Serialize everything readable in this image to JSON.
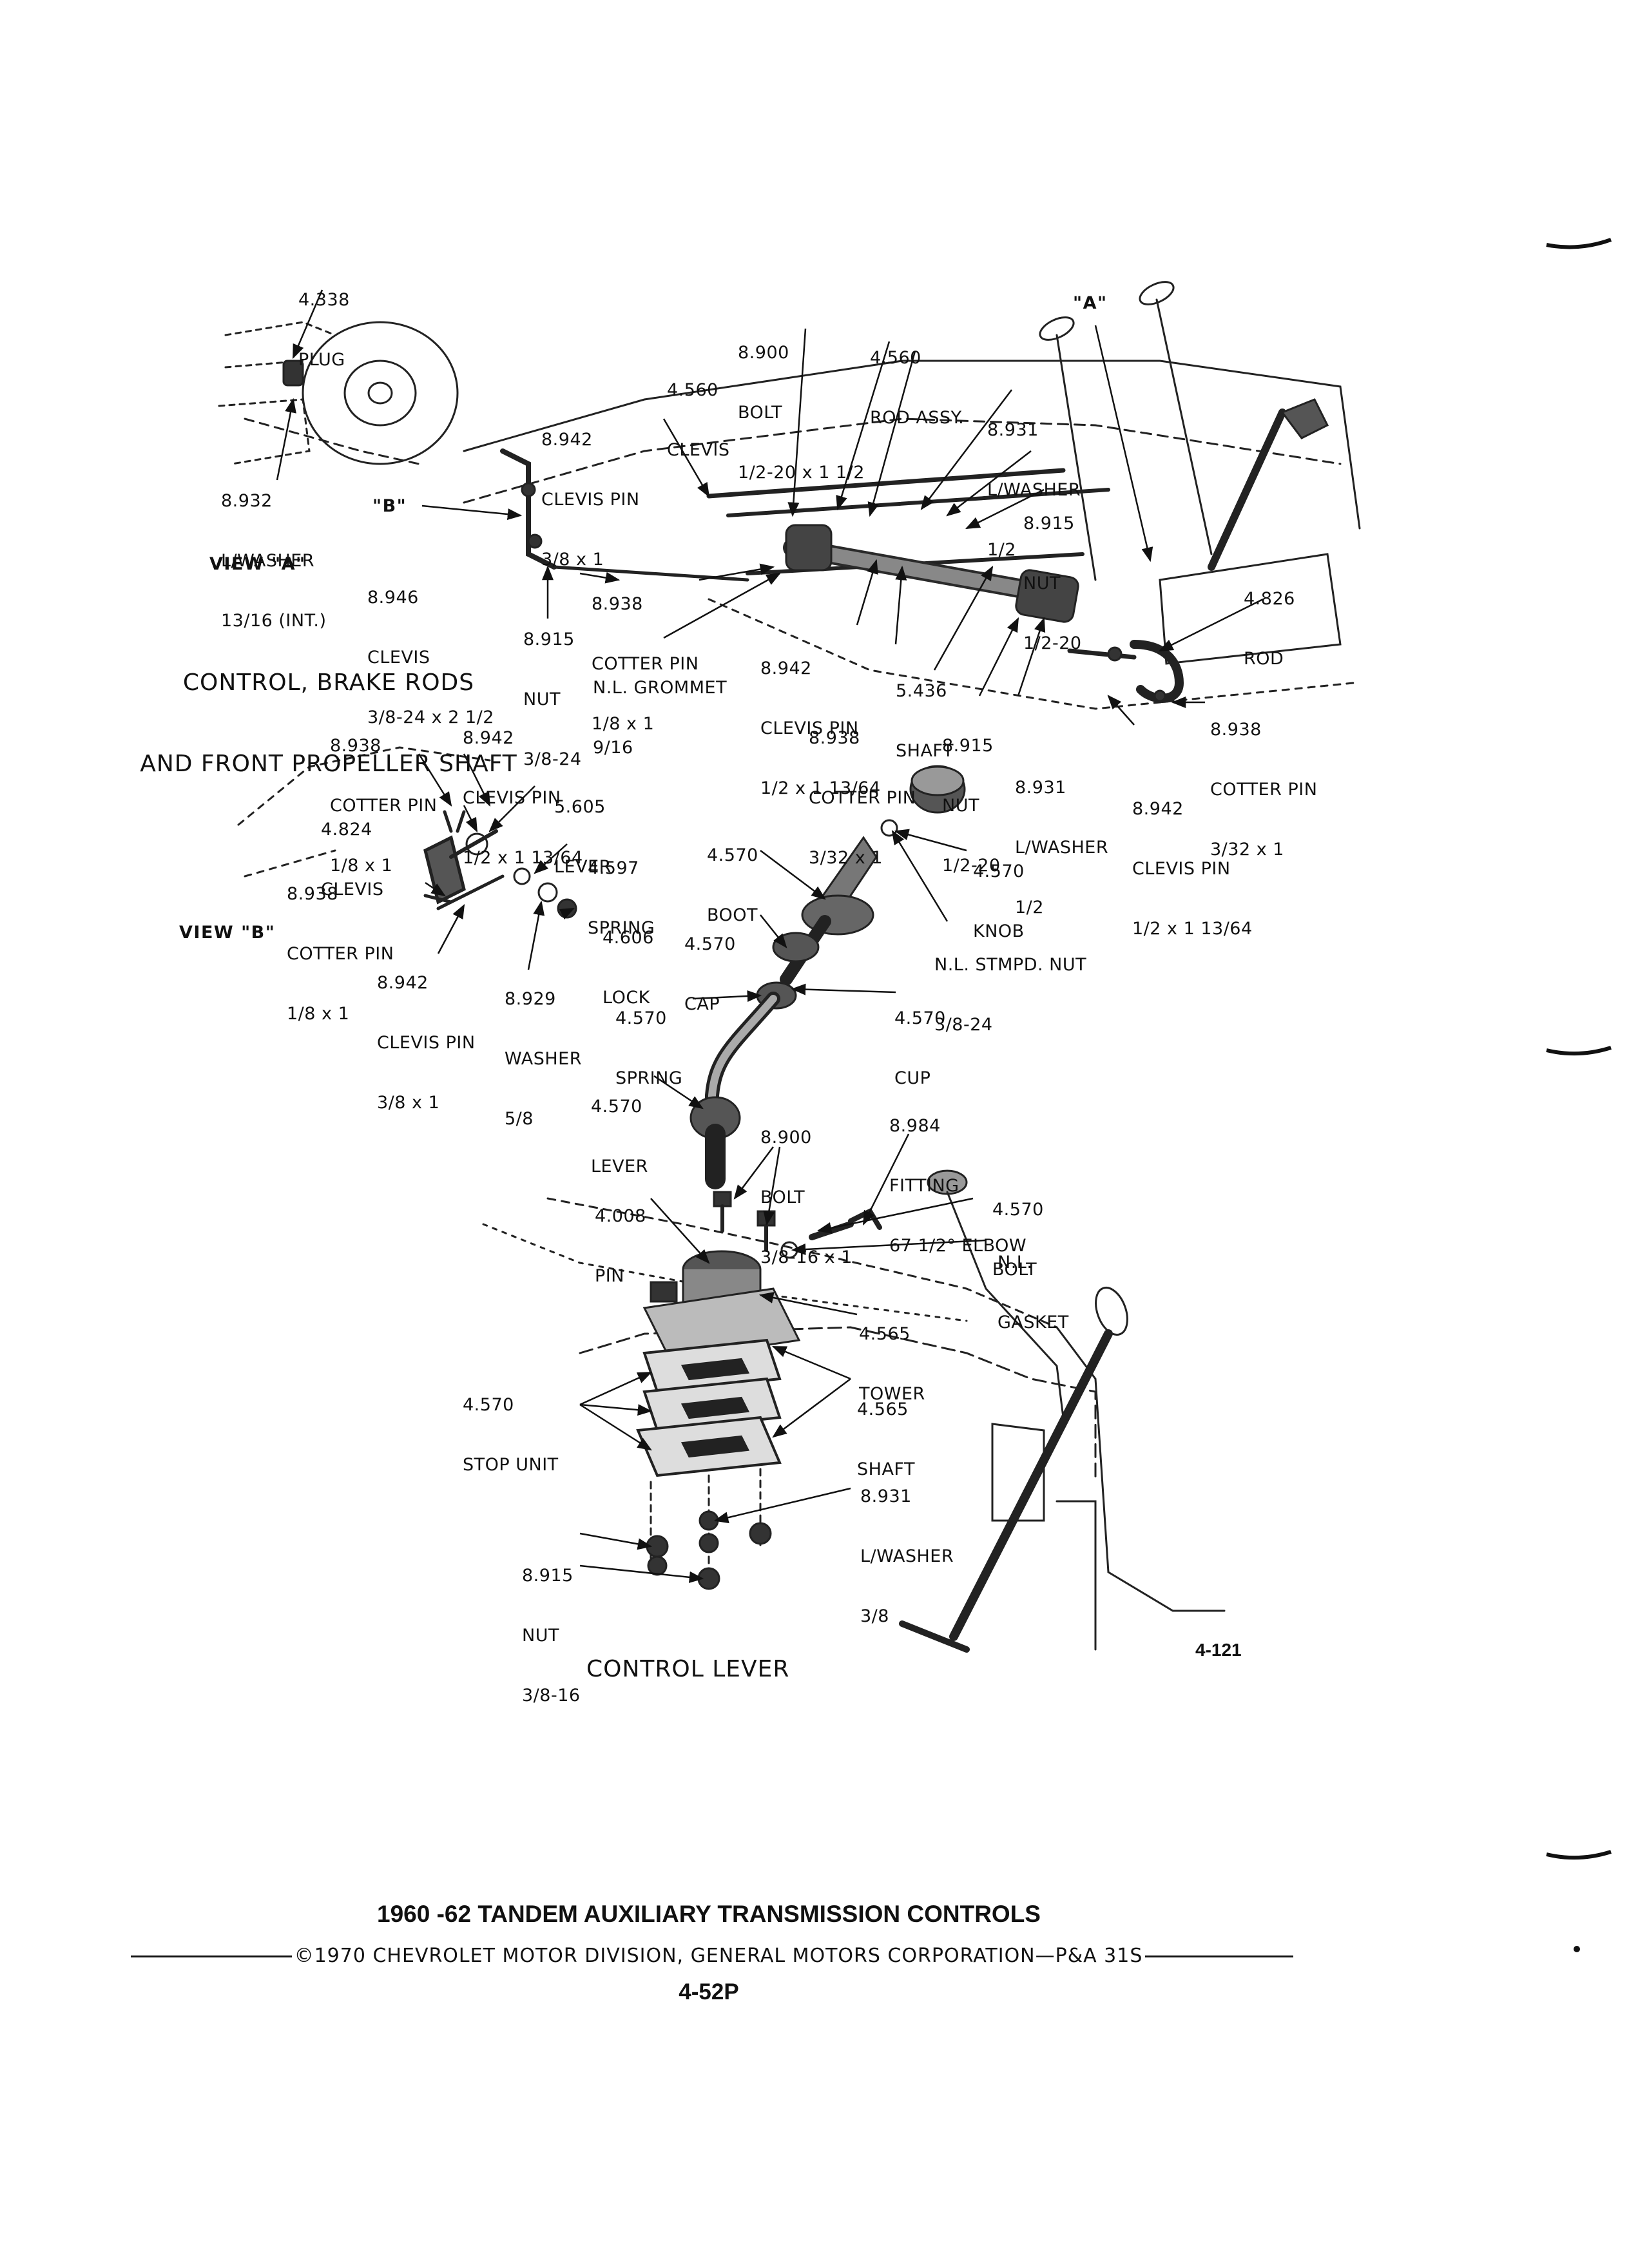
{
  "diagram": {
    "callouts": [
      {
        "id": "plug",
        "lines": [
          "4.338",
          "PLUG"
        ]
      },
      {
        "id": "lwasher-int",
        "lines": [
          "8.932",
          "L/WASHER",
          "13/16 (INT.)"
        ]
      },
      {
        "id": "bolt-top",
        "lines": [
          "8.900",
          "BOLT",
          "1/2-20 x 1 1/2"
        ]
      },
      {
        "id": "rod-assy",
        "lines": [
          "4.560",
          "ROD ASSY."
        ]
      },
      {
        "id": "clevis-top",
        "lines": [
          "4.560",
          "CLEVIS"
        ]
      },
      {
        "id": "clevis-pin-38",
        "lines": [
          "8.942",
          "CLEVIS PIN",
          "3/8 x 1"
        ]
      },
      {
        "id": "lwasher-12",
        "lines": [
          "8.931",
          "L/WASHER",
          "1/2"
        ]
      },
      {
        "id": "nut-12-20",
        "lines": [
          "8.915",
          "NUT",
          "1/2-20"
        ]
      },
      {
        "id": "clevis-38-24",
        "lines": [
          "8.946",
          "CLEVIS",
          "3/8-24 x 2 1/2"
        ]
      },
      {
        "id": "cotter-18",
        "lines": [
          "8.938",
          "COTTER PIN",
          "1/8 x 1"
        ]
      },
      {
        "id": "nut-38-24",
        "lines": [
          "8.915",
          "NUT",
          "3/8-24"
        ]
      },
      {
        "id": "rod-4826",
        "lines": [
          "4.826",
          "ROD"
        ]
      },
      {
        "id": "grommet",
        "lines": [
          "N.L. GROMMET",
          "9/16"
        ]
      },
      {
        "id": "clevis-pin-mid",
        "lines": [
          "8.942",
          "CLEVIS PIN",
          "1/2 x 1 13/64"
        ]
      },
      {
        "id": "shaft-5436",
        "lines": [
          "5.436",
          "SHAFT"
        ]
      },
      {
        "id": "cotter-332-mid",
        "lines": [
          "8.938",
          "COTTER PIN",
          "3/32 x 1"
        ]
      },
      {
        "id": "nut-12-20-b",
        "lines": [
          "8.915",
          "NUT",
          "1/2-20"
        ]
      },
      {
        "id": "lwasher-12-b",
        "lines": [
          "8.931",
          "L/WASHER",
          "1/2"
        ]
      },
      {
        "id": "cotter-332-right",
        "lines": [
          "8.938",
          "COTTER PIN",
          "3/32 x 1"
        ]
      },
      {
        "id": "clevis-pin-right",
        "lines": [
          "8.942",
          "CLEVIS PIN",
          "1/2 x 1 13/64"
        ]
      },
      {
        "id": "cotter-viewb",
        "lines": [
          "8.938",
          "COTTER PIN",
          "1/8 x 1"
        ]
      },
      {
        "id": "clevis-pin-viewb",
        "lines": [
          "8.942",
          "CLEVIS PIN",
          "1/2 x 1 13/64"
        ]
      },
      {
        "id": "lever-5605",
        "lines": [
          "5.605",
          "LEVER"
        ]
      },
      {
        "id": "clevis-4824",
        "lines": [
          "4.824",
          "CLEVIS"
        ]
      },
      {
        "id": "spring-4597",
        "lines": [
          "4.597",
          "SPRING"
        ]
      },
      {
        "id": "cotter-viewb-2",
        "lines": [
          "8.938",
          "COTTER PIN",
          "1/8 x 1"
        ]
      },
      {
        "id": "lock-4606",
        "lines": [
          "4.606",
          "LOCK"
        ]
      },
      {
        "id": "clevis-pin-viewb-2",
        "lines": [
          "8.942",
          "CLEVIS PIN",
          "3/8 x 1"
        ]
      },
      {
        "id": "washer-58",
        "lines": [
          "8.929",
          "WASHER",
          "5/8"
        ]
      },
      {
        "id": "boot",
        "lines": [
          "4.570",
          "BOOT"
        ]
      },
      {
        "id": "knob",
        "lines": [
          "4.570",
          "KNOB"
        ]
      },
      {
        "id": "cap",
        "lines": [
          "4.570",
          "CAP"
        ]
      },
      {
        "id": "stmpd-nut",
        "lines": [
          "N.L. STMPD. NUT",
          "3/8-24"
        ]
      },
      {
        "id": "spring-4570",
        "lines": [
          "4.570",
          "SPRING"
        ]
      },
      {
        "id": "cup",
        "lines": [
          "4.570",
          "CUP"
        ]
      },
      {
        "id": "lever-4570",
        "lines": [
          "4.570",
          "LEVER"
        ]
      },
      {
        "id": "bolt-38-16",
        "lines": [
          "8.900",
          "BOLT",
          "3/8-16 x 1"
        ]
      },
      {
        "id": "fitting",
        "lines": [
          "8.984",
          "FITTING",
          "67 1/2° ELBOW"
        ]
      },
      {
        "id": "pin-4008",
        "lines": [
          "4.008",
          "PIN"
        ]
      },
      {
        "id": "bolt-4570",
        "lines": [
          "4.570",
          "BOLT"
        ]
      },
      {
        "id": "gasket",
        "lines": [
          "N.L.",
          "GASKET"
        ]
      },
      {
        "id": "tower",
        "lines": [
          "4.565",
          "TOWER"
        ]
      },
      {
        "id": "stop-unit",
        "lines": [
          "4.570",
          "STOP UNIT"
        ]
      },
      {
        "id": "shaft-4565",
        "lines": [
          "4.565",
          "SHAFT"
        ]
      },
      {
        "id": "lwasher-38",
        "lines": [
          "8.931",
          "L/WASHER",
          "3/8"
        ]
      },
      {
        "id": "nut-38-16",
        "lines": [
          "8.915",
          "NUT",
          "3/8-16"
        ]
      }
    ],
    "view_markers": {
      "view_a": "VIEW \"A\"",
      "view_b": "VIEW \"B\"",
      "marker_a": "\"A\"",
      "marker_b": "\"B\""
    },
    "captions": {
      "main": [
        "CONTROL, BRAKE RODS",
        "AND FRONT PROPELLER SHAFT"
      ],
      "lever": "CONTROL LEVER"
    },
    "figure_number": "4-121"
  },
  "footer": {
    "title": "1960 -62 TANDEM AUXILIARY TRANSMISSION CONTROLS",
    "copyright": "©1970 CHEVROLET MOTOR DIVISION, GENERAL MOTORS CORPORATION—P&A 31S",
    "page_number": "4-52P"
  }
}
